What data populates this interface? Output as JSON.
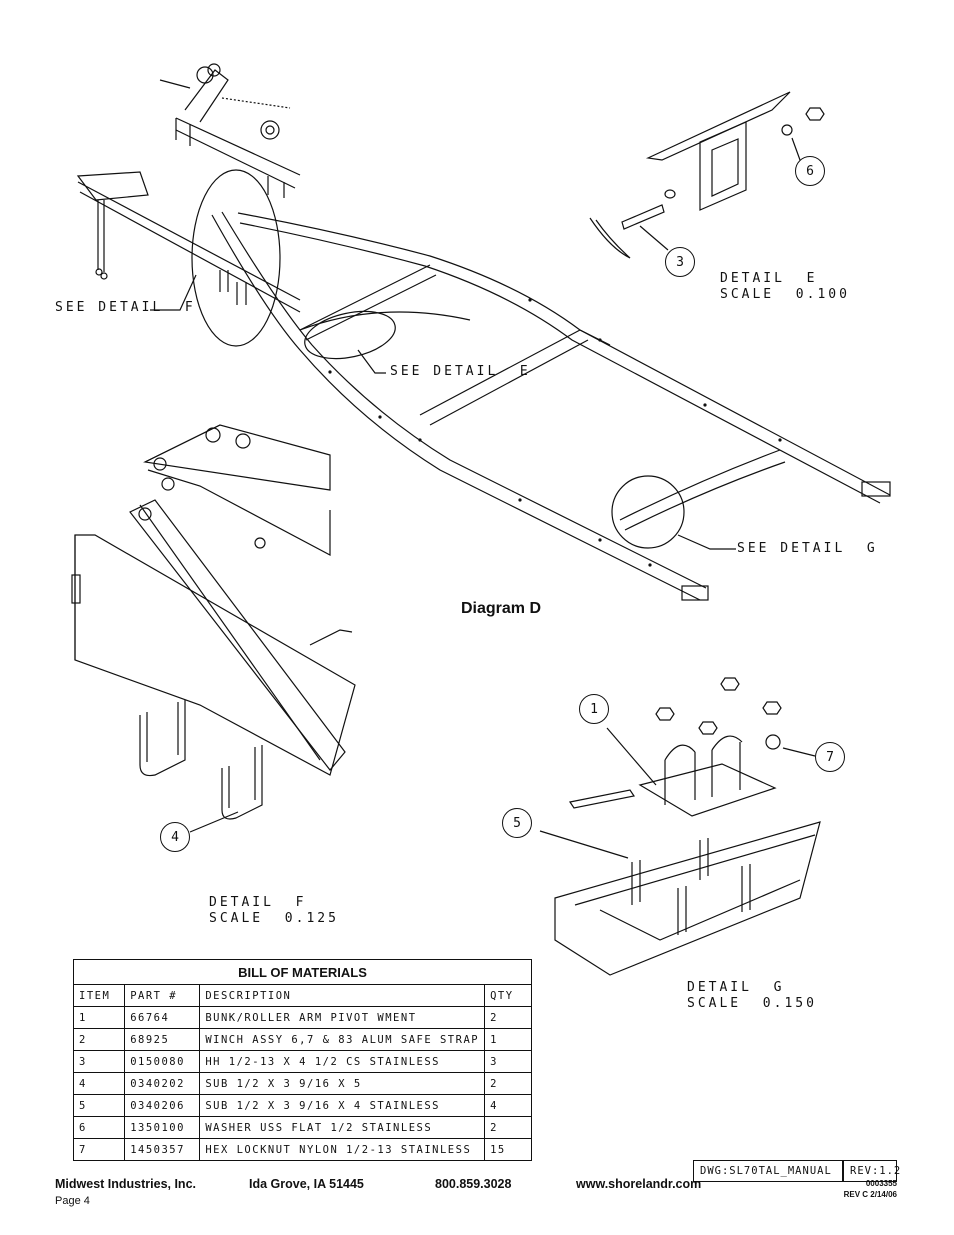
{
  "diagram": {
    "title": "Diagram  D",
    "callouts": {
      "detail_f_ref": "SEE DETAIL  F",
      "detail_e_ref": "SEE DETAIL  E",
      "detail_g_ref": "SEE DETAIL  G"
    },
    "details": [
      {
        "name": "DETAIL  E",
        "scale": "SCALE  0.100"
      },
      {
        "name": "DETAIL  F",
        "scale": "SCALE  0.125"
      },
      {
        "name": "DETAIL  G",
        "scale": "SCALE  0.150"
      }
    ],
    "balloons": [
      "1",
      "3",
      "4",
      "5",
      "6",
      "7"
    ]
  },
  "bom": {
    "title": "BILL OF MATERIALS",
    "headers": [
      "ITEM",
      "PART #",
      "DESCRIPTION",
      "QTY"
    ],
    "rows": [
      [
        "1",
        "66764",
        "BUNK/ROLLER ARM PIVOT WMENT",
        "2"
      ],
      [
        "2",
        "68925",
        "WINCH ASSY 6,7 & 83 ALUM SAFE STRAP",
        "1"
      ],
      [
        "3",
        "0150080",
        "HH 1/2-13 X 4 1/2 CS STAINLESS",
        "3"
      ],
      [
        "4",
        "0340202",
        "SUB 1/2 X 3 9/16 X 5",
        "2"
      ],
      [
        "5",
        "0340206",
        "SUB 1/2 X 3 9/16 X 4 STAINLESS",
        "4"
      ],
      [
        "6",
        "1350100",
        "WASHER USS FLAT 1/2 STAINLESS",
        "2"
      ],
      [
        "7",
        "1450357",
        "HEX LOCKNUT NYLON 1/2-13 STAINLESS",
        "15"
      ]
    ]
  },
  "titleblock": {
    "dwg": "DWG:SL70TAL_MANUAL",
    "rev": "REV:1.2",
    "number": "0003355",
    "rev_date": "REV C  2/14/06"
  },
  "footer": {
    "company": "Midwest Industries, Inc.",
    "location": "Ida Grove, IA  51445",
    "phone": "800.859.3028",
    "website": "www.shorelandr.com",
    "page": "Page 4"
  }
}
